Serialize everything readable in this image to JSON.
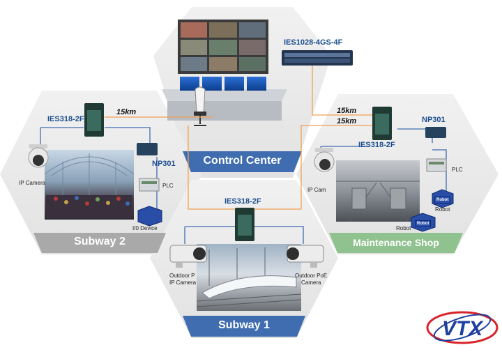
{
  "zones": {
    "control": "Control Center",
    "subway2": "Subway 2",
    "maintenance": "Maintenance Shop",
    "subway1": "Subway 1"
  },
  "devices": {
    "core_switch": "IES1028-4GS-4F",
    "switch_subway2": "IES318-2F",
    "switch_maint": "IES318-2F",
    "switch_subway1": "IES318-2F",
    "np301_subway2": "NP301",
    "np301_maint": "NP301"
  },
  "links": {
    "subway2": "15km",
    "maint_top": "15km",
    "maint_bottom": "15km"
  },
  "labels": {
    "ip_camera_s2": "IP Camera",
    "plc_s2": "PLC",
    "io_device": "I/0 Device",
    "ip_camera_m": "IP Cam",
    "plc_m": "PLC",
    "robot_1": "Robot",
    "robot_2": "Robot",
    "robot_badge_1": "Robot",
    "robot_badge_2": "Robot",
    "outdoor_left_1": "Outdoor P",
    "outdoor_left_2": "IP Camera",
    "outdoor_right_1": "Outdoor PoE",
    "outdoor_right_2": "Camera"
  },
  "logo": "VTX",
  "colors": {
    "hex_fill": "#e9e9e9",
    "band_blue": "#3f6db0",
    "band_green": "#8fc28f",
    "band_gray": "#a9a9a9",
    "link_orange": "#f0a050",
    "link_blue": "#3f6db0"
  }
}
